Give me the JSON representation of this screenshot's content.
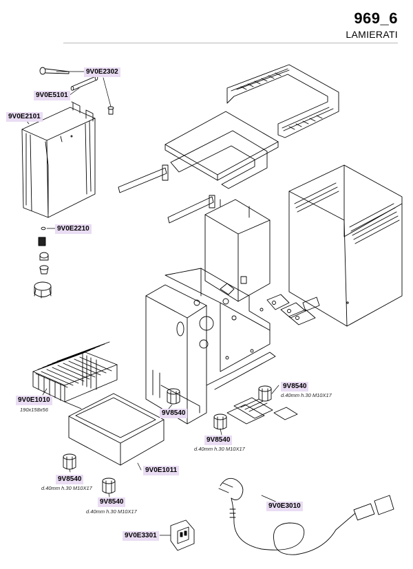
{
  "header": {
    "code": "969_6",
    "title": "LAMIERATI"
  },
  "parts": {
    "screw_top": "9V0E2302",
    "pin": "9V0E5101",
    "screw_small": "9V0E2302",
    "tank": "9V0E2101",
    "washer": "9V0E2210",
    "grid": "9V0E1010",
    "grid_size": "190x158x56",
    "drip_tray": "9V0E1011",
    "foot_right_label": "9V8540",
    "foot_right_note": "d.40mm h.30 M10X17",
    "foot_left_label": "9V8540",
    "foot_center_label": "9V8540",
    "foot_center_note": "d.40mm h.30 M10X17",
    "foot_bottom1_label": "9V8540",
    "foot_bottom1_note": "d.40mm h.30 M10X17",
    "foot_bottom2_label": "9V8540",
    "foot_bottom2_note": "d.40mm h.30 M10X17",
    "cable": "9V0E3010",
    "socket": "9V0E3301"
  }
}
